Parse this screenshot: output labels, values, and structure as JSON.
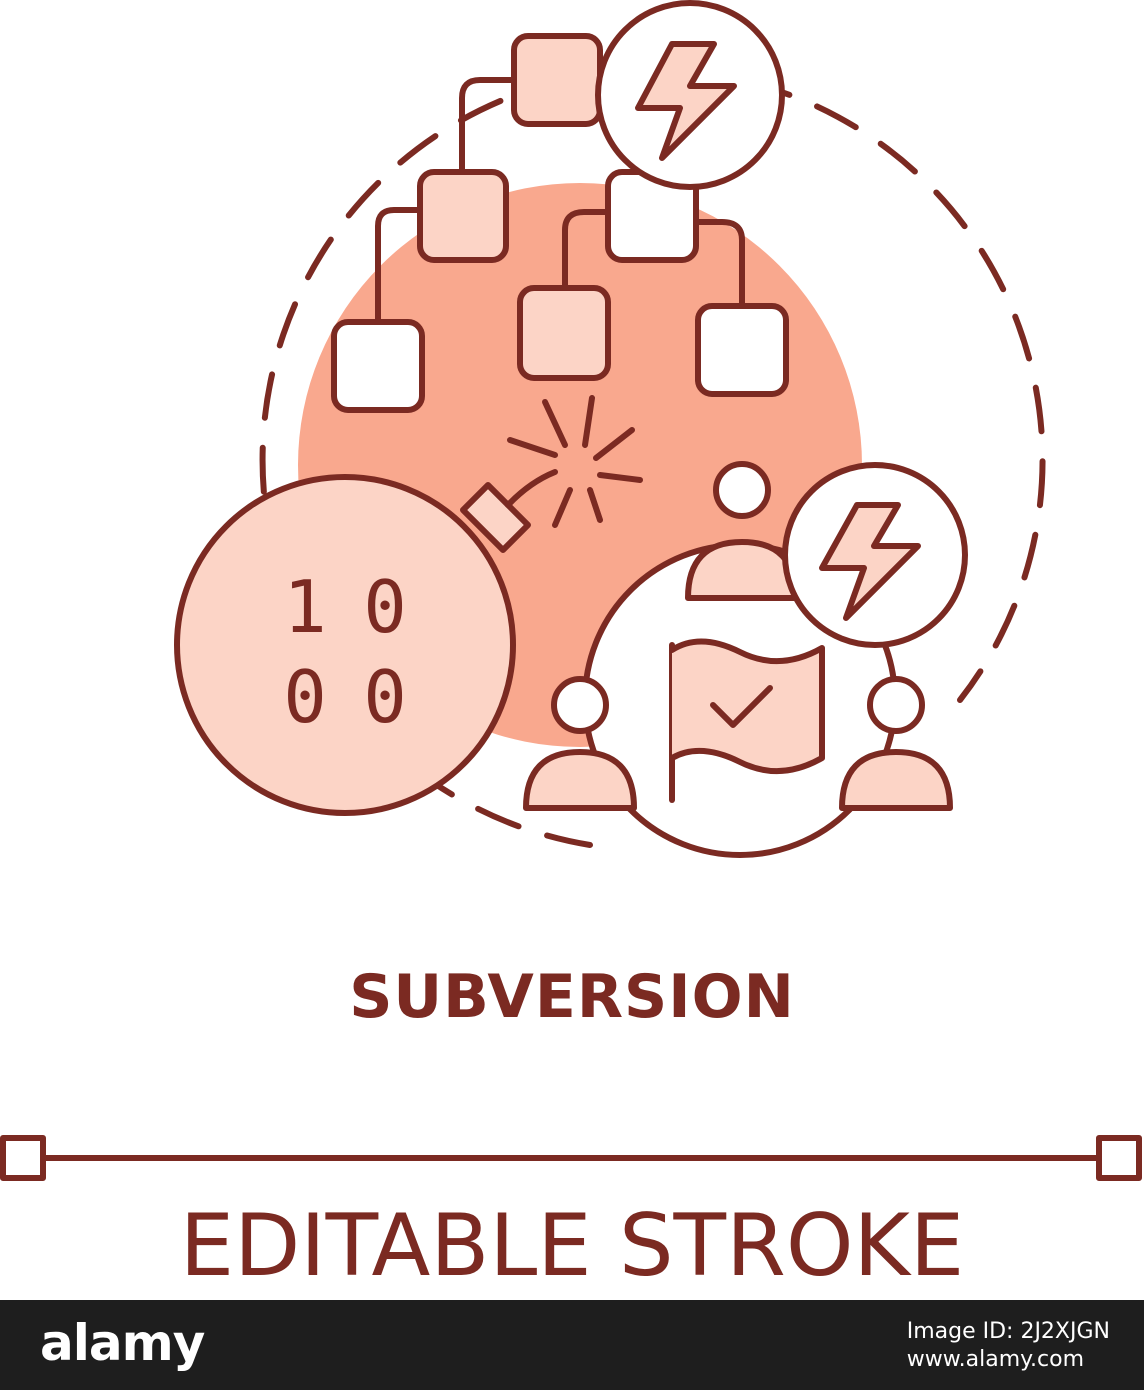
{
  "illustration": {
    "binary_code": [
      "1",
      "0",
      "0",
      "0"
    ]
  },
  "title": "SUBVERSION",
  "editable_stroke_label": "EDITABLE STROKE",
  "footer": {
    "logo": "alamy",
    "image_id_label": "Image ID: 2J2XJGN",
    "site": "www.alamy.com"
  },
  "colors": {
    "stroke": "#7b2a22",
    "fill_light": "#fcd4c6",
    "fill_mid": "#f9a88e",
    "background": "#ffffff",
    "footer": "#1e1e1e"
  },
  "icons": [
    "flowchart-icon",
    "lightning-icon",
    "bomb-icon",
    "spark-icon",
    "people-icon",
    "flag-icon",
    "checkmark-icon"
  ]
}
